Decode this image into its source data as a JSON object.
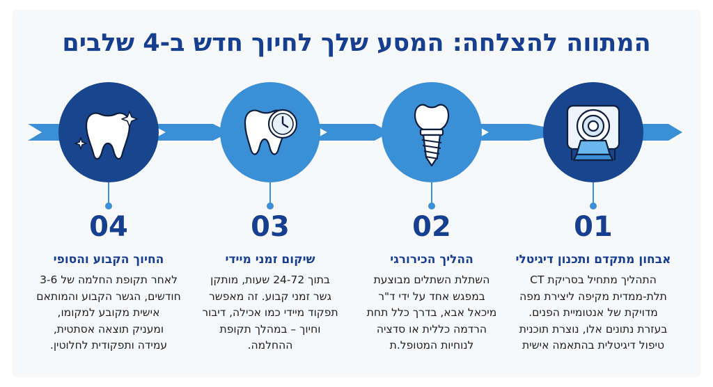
{
  "title": "המתווה להצלחה: המסע שלך לחיוך חדש ב-4 שלבים",
  "colors": {
    "navy": "#173f8f",
    "circle_dark": "#19458f",
    "circle_light": "#3b8fd6",
    "arrow": "#3b8fd6"
  },
  "steps": [
    {
      "number": "01",
      "title": "אבחון מתקדם ותכנון דיגיטלי",
      "body_lines": [
        "התהליך מתחיל בסריקת CT",
        "תלת-ממדית מקיפה ליצירת מפה",
        "מדויקת של אנטומיית הפנים.",
        "בעזרת נתונים אלו, נוצרת תוכנית",
        "טיפול דיגיטלית בהתאמה אישית"
      ],
      "icon": "ct-scanner-icon"
    },
    {
      "number": "02",
      "title": "ההליך הכירורגי",
      "body_lines": [
        "השתלת השתלים מבוצעת",
        "במפגש אחד על ידי ד\"ר",
        "מיכאל אבא, בדרך כלל תחת",
        "הרדמה כללית או סדציה",
        "לנוחיות המטופל.ת"
      ],
      "icon": "dental-implant-icon"
    },
    {
      "number": "03",
      "title": "שיקום זמני מיידי",
      "body_lines": [
        "בתוך 24-72 שעות, מותקן",
        "גשר זמני קבוע. זה מאפשר",
        "תפקוד מיידי כמו אכילה, דיבור",
        "וחיוך – במהלך תקופת",
        "ההחלמה."
      ],
      "icon": "tooth-clock-icon"
    },
    {
      "number": "04",
      "title": "החיוך הקבוע והסופי",
      "body_lines": [
        "לאחר תקופת החלמה של 3-6",
        "חודשים, הגשר הקבוע והמותאם",
        "אישית מקובע למקומו,",
        "ומעניק תוצאה אסתטית,",
        "עמידה ותפקודית לחלוטין."
      ],
      "icon": "sparkling-tooth-icon"
    }
  ]
}
